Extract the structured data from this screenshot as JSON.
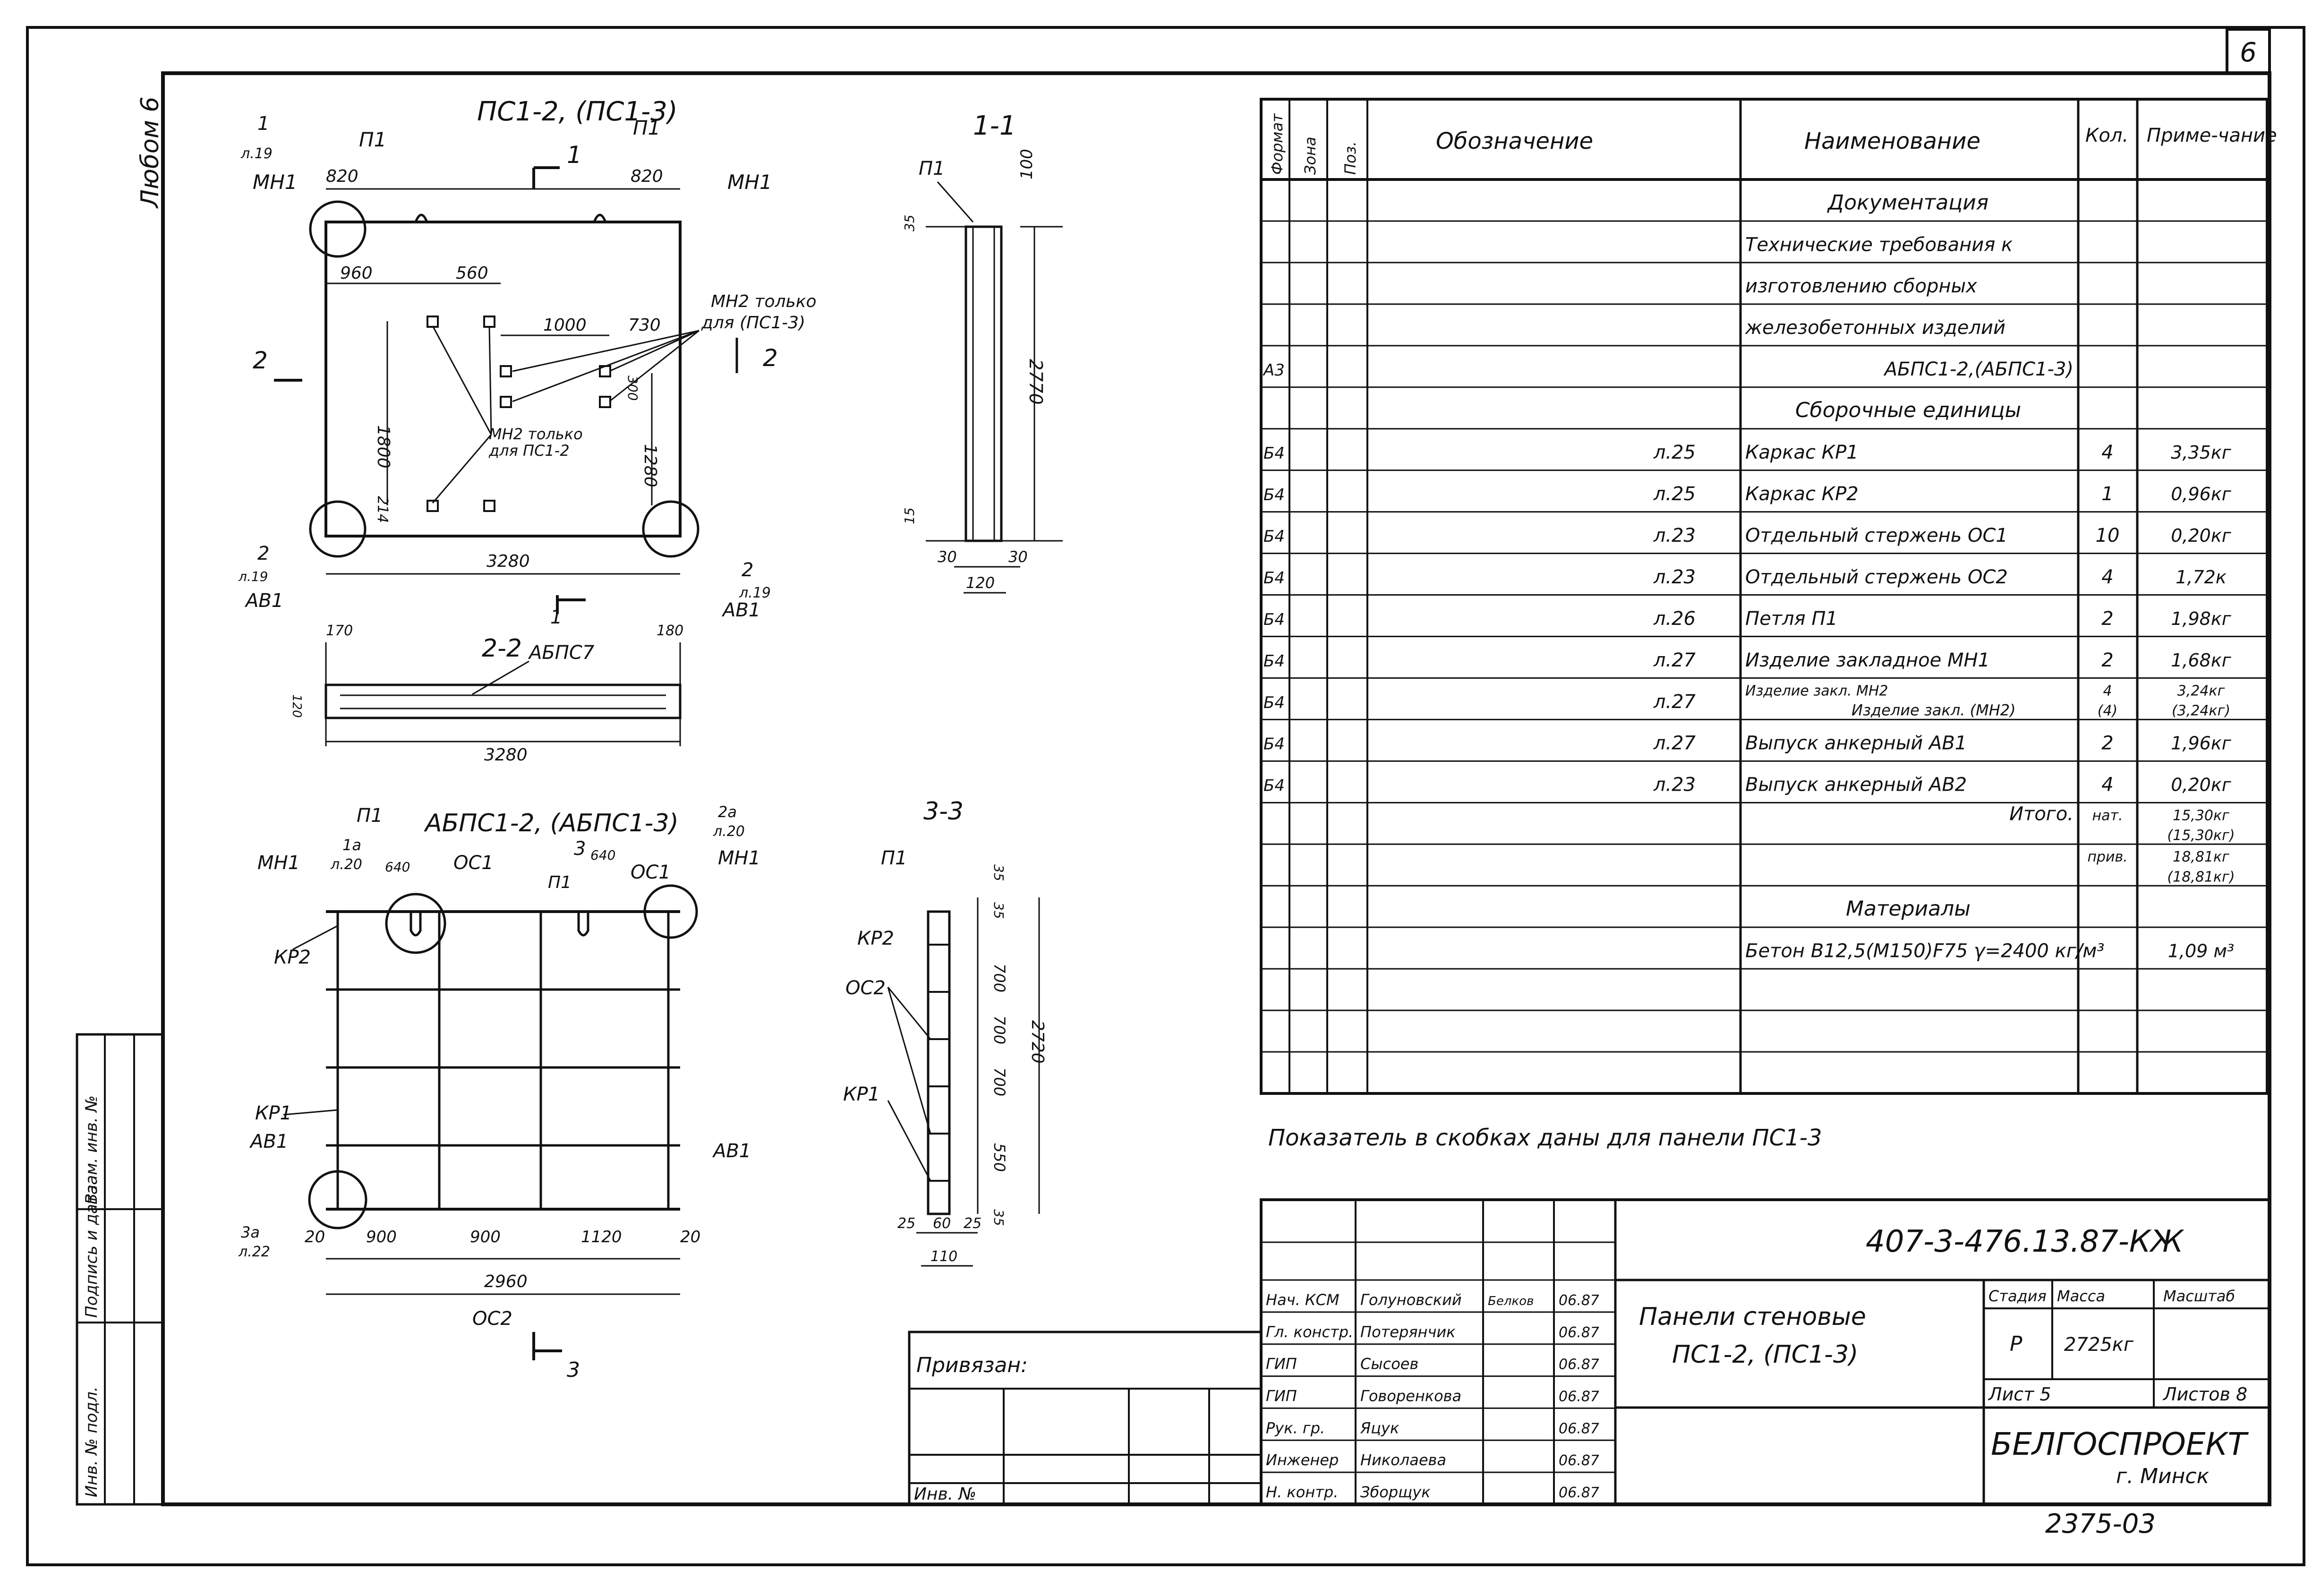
{
  "sheet_number": "6",
  "side_stamp": "Любом 6",
  "left_stamp": {
    "cells": [
      "Инв. № подл.",
      "Подпись и дата",
      "Взам. инв. №"
    ]
  },
  "drawings": {
    "panel": {
      "title": "ПС1-2, (ПС1-3)",
      "labels": {
        "mh1_left": "МН1",
        "mh1_right": "МН1",
        "p1_left": "П1",
        "p1_right": "П1",
        "sec1_top": "1",
        "sec1_bottom": "1",
        "sec2_left": "2",
        "sec2_right": "2",
        "callout1_num": "1",
        "callout1_sheet": "л.19",
        "callout2l_num": "2",
        "callout2l_sheet": "л.19",
        "callout2r_num": "2",
        "callout2r_sheet": "л.19",
        "ab1_left": "АВ1",
        "ab1_right": "АВ1",
        "mh2_13_line1": "МН2 только",
        "mh2_13_line2": "для (ПС1-3)",
        "mh2_12_line1": "МН2 только",
        "mh2_12_line2": "для ПС1-2"
      },
      "dims": [
        "820",
        "820",
        "960",
        "560",
        "1000",
        "730",
        "1800",
        "1280",
        "214",
        "300",
        "3280"
      ]
    },
    "section_1_1": {
      "title": "1-1",
      "labels": {
        "p1": "П1"
      },
      "dims": [
        "100",
        "35",
        "2770",
        "15",
        "30",
        "30",
        "120"
      ]
    },
    "section_2_2": {
      "title": "2-2",
      "labels": {
        "ablpc": "АБПС7"
      },
      "dims": [
        "170",
        "180",
        "120",
        "3280"
      ]
    },
    "frame": {
      "title": "АБПС1-2, (АБПС1-3)",
      "labels": {
        "p1_left": "П1",
        "p1_right": "П1",
        "mh1_left": "МН1",
        "mh1_right": "МН1",
        "oc1_left": "ОС1",
        "oc1_right": "ОС1",
        "kp2": "КР2",
        "kp1": "КР1",
        "ab1_left": "АВ1",
        "ab1_right": "АВ1",
        "oc2": "ОС2",
        "c1a_num": "1а",
        "c1a_sheet": "л.20",
        "c2a_num": "2а",
        "c2a_sheet": "л.20",
        "c3_num": "3",
        "c3a_num": "3а",
        "c3a_sheet": "л.22",
        "d640a": "640",
        "d640b": "640"
      },
      "dims": [
        "20",
        "900",
        "900",
        "1120",
        "20",
        "2960"
      ],
      "section_mark": "3"
    },
    "section_3_3": {
      "title": "3-3",
      "labels": {
        "p1": "П1",
        "kp2": "КР2",
        "oc2": "ОС2",
        "kp1": "КР1"
      },
      "dims": [
        "35",
        "35",
        "700",
        "700",
        "700",
        "550",
        "35",
        "2720",
        "25",
        "60",
        "25",
        "110"
      ]
    }
  },
  "spec_table": {
    "headers": [
      "Формат",
      "Зона",
      "Поз.",
      "Обозначение",
      "Наименование",
      "Кол.",
      "Приме-чание"
    ],
    "rows": [
      {
        "fmt": "",
        "desig": "",
        "name": "Документация",
        "qty": "",
        "note": "",
        "heading": true
      },
      {
        "fmt": "",
        "desig": "",
        "name": "Технические требования к",
        "qty": "",
        "note": ""
      },
      {
        "fmt": "",
        "desig": "",
        "name": "изготовлению сборных",
        "qty": "",
        "note": ""
      },
      {
        "fmt": "",
        "desig": "",
        "name": "железобетонных изделий",
        "qty": "",
        "note": ""
      },
      {
        "fmt": "А3",
        "desig": "",
        "name": "АБПС1-2,(АБПС1-3)",
        "qty": "",
        "note": "",
        "right": true
      },
      {
        "fmt": "",
        "desig": "",
        "name": "Сборочные единицы",
        "qty": "",
        "note": "",
        "heading": true
      },
      {
        "fmt": "Б4",
        "desig": "л.25",
        "name": "Каркас КР1",
        "qty": "4",
        "note": "3,35кг"
      },
      {
        "fmt": "Б4",
        "desig": "л.25",
        "name": "Каркас КР2",
        "qty": "1",
        "note": "0,96кг"
      },
      {
        "fmt": "Б4",
        "desig": "л.23",
        "name": "Отдельный стержень ОС1",
        "qty": "10",
        "note": "0,20кг"
      },
      {
        "fmt": "Б4",
        "desig": "л.23",
        "name": "Отдельный стержень ОС2",
        "qty": "4",
        "note": "1,72к"
      },
      {
        "fmt": "Б4",
        "desig": "л.26",
        "name": "Петля П1",
        "qty": "2",
        "note": "1,98кг"
      },
      {
        "fmt": "Б4",
        "desig": "л.27",
        "name": "Изделие закладное МН1",
        "qty": "2",
        "note": "1,68кг"
      },
      {
        "fmt": "Б4",
        "desig": "л.27",
        "name": "Изделие закл. МН2",
        "name2": "Изделие закл. (МН2)",
        "qty": "4",
        "qty2": "(4)",
        "note": "3,24кг",
        "note2": "(3,24кг)",
        "split": true
      },
      {
        "fmt": "Б4",
        "desig": "л.27",
        "name": "Выпуск анкерный АВ1",
        "qty": "2",
        "note": "1,96кг"
      },
      {
        "fmt": "Б4",
        "desig": "л.23",
        "name": "Выпуск анкерный АВ2",
        "qty": "4",
        "note": "0,20кг"
      },
      {
        "fmt": "",
        "desig": "",
        "name": "Итого.",
        "qty": "нат.",
        "note": "15,30кг",
        "note2": "(15,30кг)",
        "right": true,
        "split": true
      },
      {
        "fmt": "",
        "desig": "",
        "name": "",
        "qty": "прив.",
        "note": "18,81кг",
        "note2": "(18,81кг)",
        "split": true
      },
      {
        "fmt": "",
        "desig": "",
        "name": "Материалы",
        "qty": "",
        "note": "",
        "heading": true
      },
      {
        "fmt": "",
        "desig": "",
        "name": "Бетон В12,5(М150)F75 γ=2400 кг/м³",
        "qty": "",
        "note": "1,09 м³"
      },
      {
        "fmt": "",
        "desig": "",
        "name": "",
        "qty": "",
        "note": ""
      },
      {
        "fmt": "",
        "desig": "",
        "name": "",
        "qty": "",
        "note": ""
      },
      {
        "fmt": "",
        "desig": "",
        "name": "",
        "qty": "",
        "note": ""
      }
    ]
  },
  "footnote": "Показатель в скобках даны для панели ПС1-3",
  "title_block": {
    "code": "407-3-476.13.87-КЖ",
    "name_line1": "Панели стеновые",
    "name_line2": "ПС1-2, (ПС1-3)",
    "stage_header": "Стадия",
    "mass_header": "Масса",
    "scale_header": "Масштаб",
    "stage": "Р",
    "mass": "2725кг",
    "sheet_label": "Лист 5",
    "sheets_label": "Листов 8",
    "org_line1": "БЕЛГОСПРОЕКТ",
    "org_line2": "г. Минск",
    "signatures": [
      {
        "role": "Нач. КСМ",
        "name": "Голуновский",
        "sign": "Белков",
        "date": "06.87"
      },
      {
        "role": "Гл. констр.",
        "name": "Потерянчик",
        "sign": "",
        "date": "06.87"
      },
      {
        "role": "ГИП",
        "name": "Сысоев",
        "sign": "",
        "date": "06.87"
      },
      {
        "role": "ГИП",
        "name": "Говоренкова",
        "sign": "",
        "date": "06.87"
      },
      {
        "role": "Рук. гр.",
        "name": "Яцук",
        "sign": "",
        "date": "06.87"
      },
      {
        "role": "Инженер",
        "name": "Николаева",
        "sign": "",
        "date": "06.87"
      },
      {
        "role": "Н. контр.",
        "name": "Зборщук",
        "sign": "",
        "date": "06.87"
      }
    ],
    "bound_label": "Привязан:",
    "inv_label": "Инв. №"
  },
  "archive_number": "2375-03"
}
